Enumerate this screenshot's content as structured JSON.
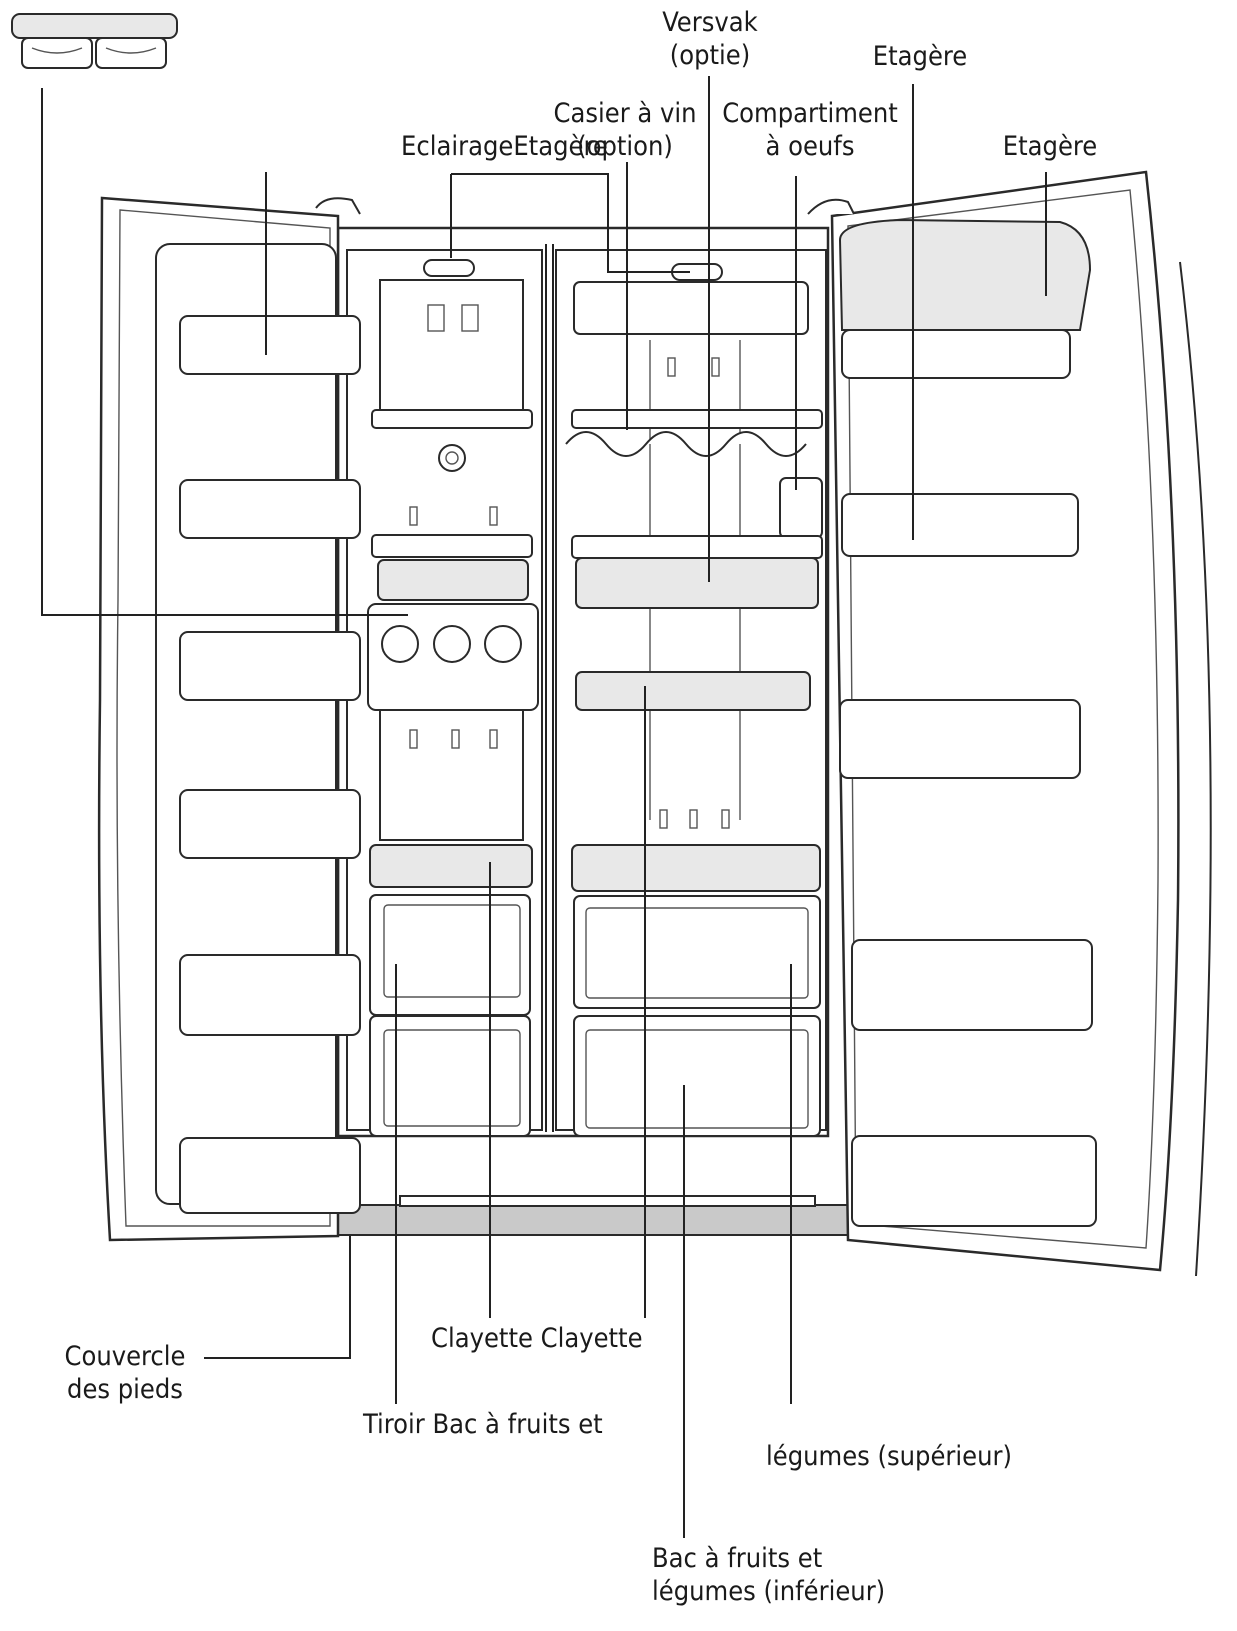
{
  "diagram": {
    "labels": {
      "versvak": [
        "Versvak",
        "(optie)"
      ],
      "etagere_top": [
        "Etagère"
      ],
      "casier_vin": [
        "Casier à vin",
        "(option)"
      ],
      "compartiment_oeufs": [
        "Compartiment",
        "à oeufs"
      ],
      "eclairage_etagere": [
        "EclairageEtagère"
      ],
      "etagere_right": [
        "Etagère"
      ],
      "couvercle_pieds": [
        "Couvercle",
        "des pieds"
      ],
      "clayettes": [
        "Clayette Clayette"
      ],
      "tiroir_bac": [
        "Tiroir Bac à fruits et"
      ],
      "legumes_sup": [
        "légumes (supérieur)"
      ],
      "bac_inferieur": [
        "Bac à fruits et",
        "légumes (inférieur)"
      ]
    }
  }
}
